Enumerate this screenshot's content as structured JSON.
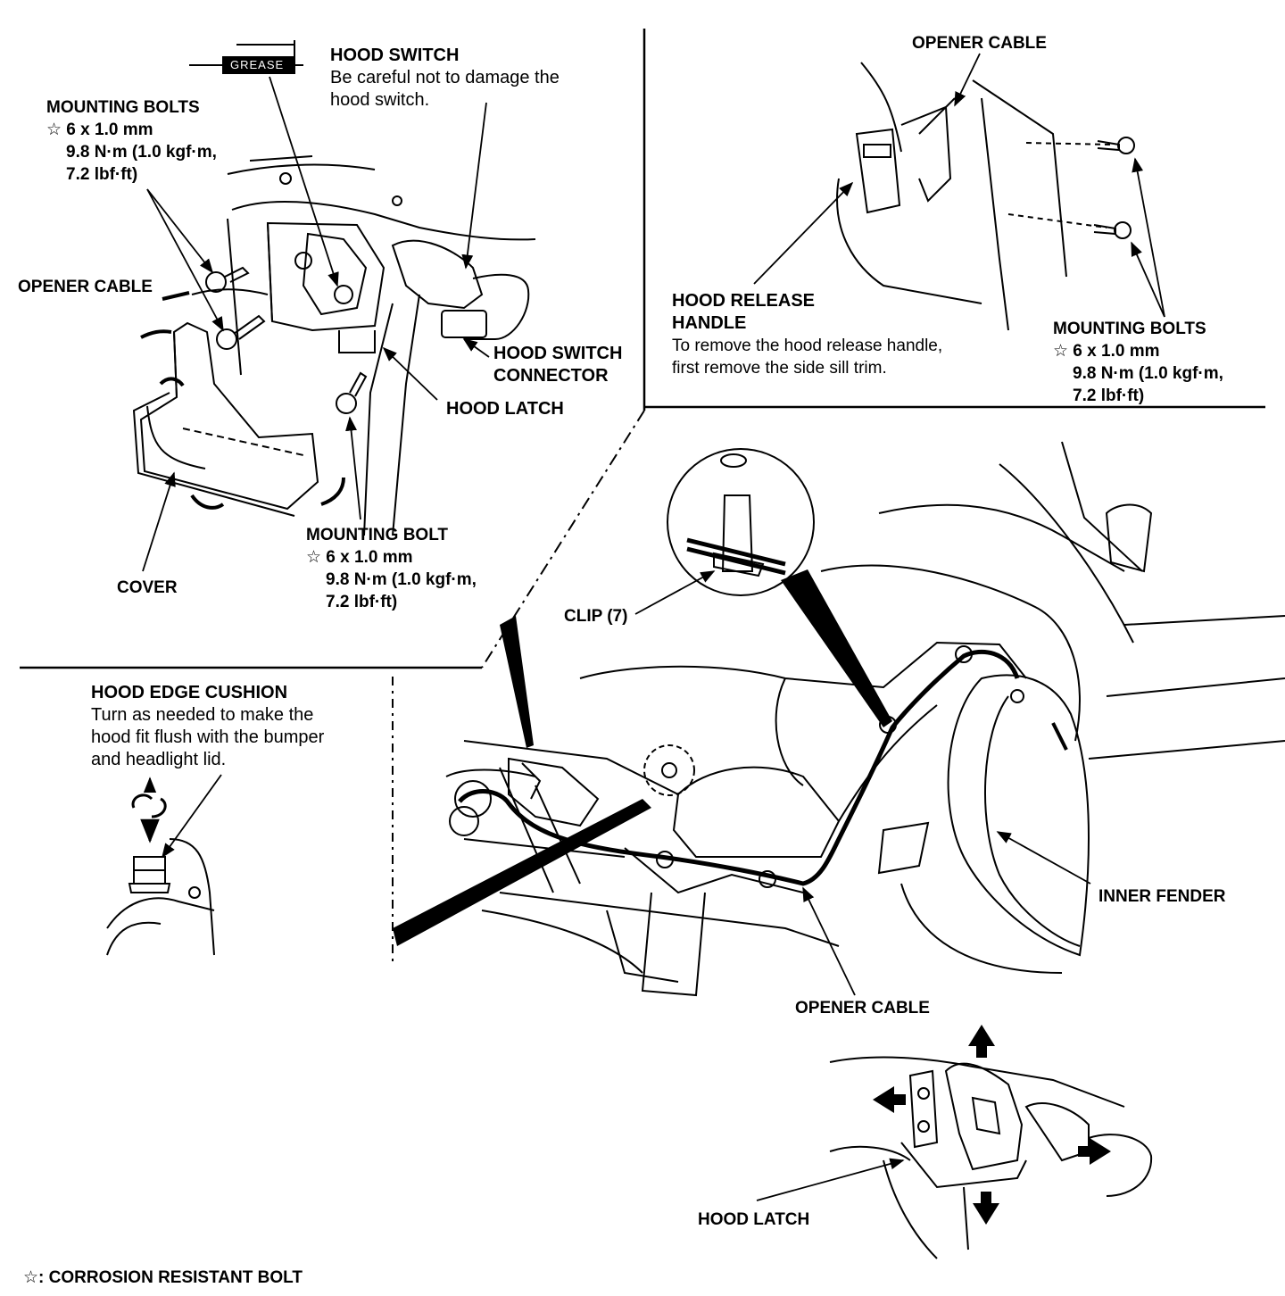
{
  "labels": {
    "grease": "GREASE",
    "hood_switch": {
      "title": "HOOD SWITCH",
      "line1": "Be careful not to damage the",
      "line2": "hood switch."
    },
    "mounting_bolts_top": {
      "title": "MOUNTING BOLTS",
      "size": "☆ 6 x 1.0 mm",
      "torque1": "9.8 N·m (1.0 kgf·m,",
      "torque2": "7.2 lbf·ft)"
    },
    "opener_cable_left": "OPENER CABLE",
    "hood_switch_connector": {
      "line1": "HOOD SWITCH",
      "line2": "CONNECTOR"
    },
    "hood_latch_top": "HOOD LATCH",
    "cover": "COVER",
    "mounting_bolt_mid": {
      "title": "MOUNTING BOLT",
      "size": "☆ 6 x 1.0 mm",
      "torque1": "9.8 N·m (1.0 kgf·m,",
      "torque2": "7.2 lbf·ft)"
    },
    "opener_cable_top_right": "OPENER CABLE",
    "hood_release_handle": {
      "title1": "HOOD RELEASE",
      "title2": "HANDLE",
      "line1": "To remove the hood release handle,",
      "line2": "first remove the side sill trim."
    },
    "mounting_bolts_right": {
      "title": "MOUNTING BOLTS",
      "size": "☆ 6 x 1.0 mm",
      "torque1": "9.8 N·m (1.0 kgf·m,",
      "torque2": "7.2 lbf·ft)"
    },
    "clip": "CLIP (7)",
    "hood_edge_cushion": {
      "title": "HOOD EDGE CUSHION",
      "line1": "Turn as needed to make the",
      "line2": "hood fit flush with the bumper",
      "line3": "and headlight lid."
    },
    "inner_fender": "INNER FENDER",
    "opener_cable_bottom": "OPENER CABLE",
    "hood_latch_bottom": "HOOD LATCH",
    "footnote": "☆: CORROSION RESISTANT BOLT"
  }
}
